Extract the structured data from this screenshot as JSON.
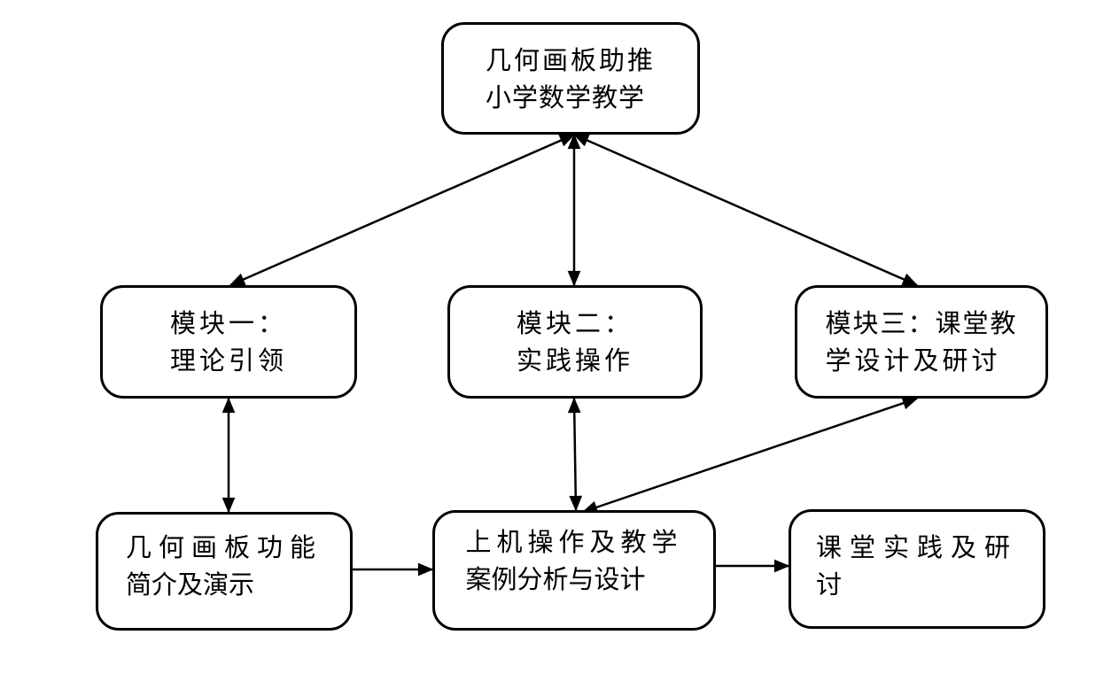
{
  "diagram": {
    "type": "flowchart",
    "background_color": "#ffffff",
    "box_fill": "#ffffff",
    "line_color": "#000000",
    "nodes": {
      "root": {
        "line1": "几何画板助推",
        "line2": "小学数学教学"
      },
      "module1": {
        "line1": "模块一：",
        "line2": "理论引领"
      },
      "module2": {
        "line1": "模块二：",
        "line2": "实践操作"
      },
      "module3": {
        "line1": "模块三：课堂教",
        "line2": "学设计及研讨"
      },
      "demo": {
        "line1": "几何画板功能",
        "line2": "简介及演示"
      },
      "practice": {
        "line1": "上机操作及教学",
        "line2": "案例分析与设计"
      },
      "classroom": {
        "line1": "课堂实践及研",
        "line2": "讨"
      }
    },
    "edges": [
      {
        "from": "root",
        "to": "module1",
        "arrows": "both"
      },
      {
        "from": "root",
        "to": "module2",
        "arrows": "both"
      },
      {
        "from": "root",
        "to": "module3",
        "arrows": "both"
      },
      {
        "from": "module1",
        "to": "demo",
        "arrows": "both"
      },
      {
        "from": "module2",
        "to": "practice",
        "arrows": "both"
      },
      {
        "from": "module3",
        "to": "practice",
        "arrows": "both"
      },
      {
        "from": "demo",
        "to": "practice",
        "arrows": "forward"
      },
      {
        "from": "practice",
        "to": "classroom",
        "arrows": "forward"
      }
    ]
  }
}
